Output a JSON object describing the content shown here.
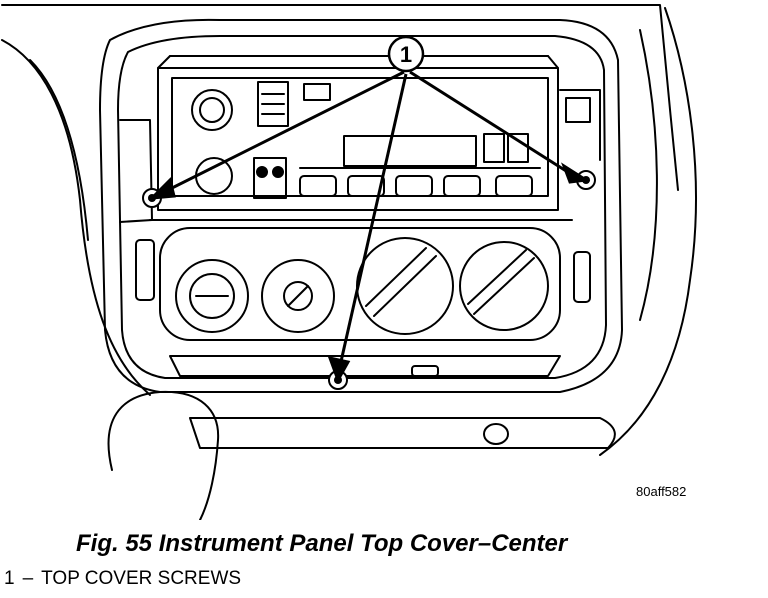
{
  "callout": {
    "number": "1"
  },
  "figure_id": "80aff582",
  "caption": "Fig. 55 Instrument Panel Top Cover–Center",
  "legend": [
    {
      "number": "1",
      "dash": "–",
      "text": "TOP COVER SCREWS"
    }
  ],
  "icons": [
    "screw-icon",
    "knob-icon",
    "callout-circle"
  ],
  "colors": {
    "ink": "#000000",
    "paper": "#ffffff"
  }
}
